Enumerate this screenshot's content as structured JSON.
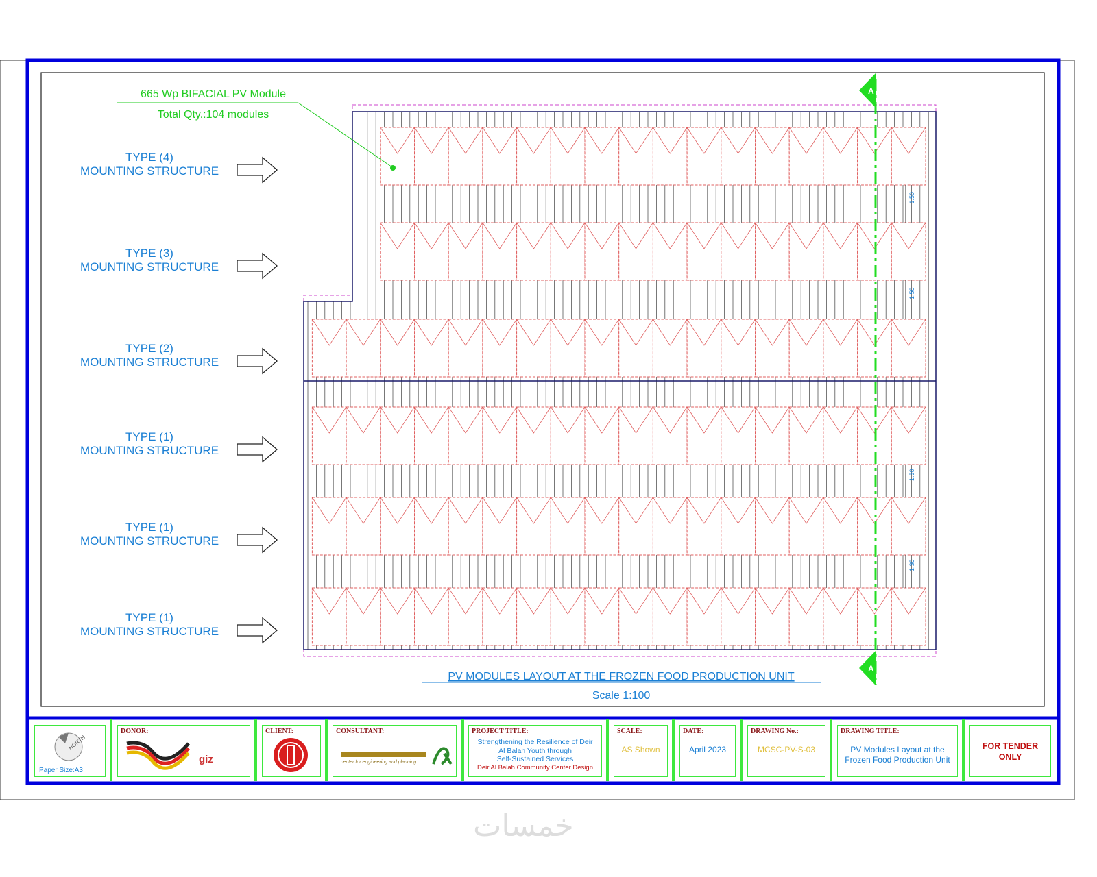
{
  "drawing": {
    "module_label": "665 Wp BIFACIAL  PV Module",
    "module_qty": "Total Qty.:104 modules",
    "types": [
      {
        "line1": "TYPE (4)",
        "line2": "MOUNTING STRUCTURE"
      },
      {
        "line1": "TYPE (3)",
        "line2": "MOUNTING STRUCTURE"
      },
      {
        "line1": "TYPE (2)",
        "line2": "MOUNTING STRUCTURE"
      },
      {
        "line1": "TYPE (1)",
        "line2": "MOUNTING STRUCTURE"
      },
      {
        "line1": "TYPE (1)",
        "line2": "MOUNTING STRUCTURE"
      },
      {
        "line1": "TYPE (1)",
        "line2": "MOUNTING STRUCTURE"
      }
    ],
    "rows_modules": [
      16,
      16,
      18,
      18,
      18,
      18
    ],
    "dimensions": [
      "1.50",
      "1.50",
      "1.30",
      "1.30"
    ],
    "section_marker": "A",
    "title": "PV MODULES LAYOUT AT THE FROZEN FOOD PRODUCTION UNIT",
    "scale": "Scale 1:100",
    "colors": {
      "frame": "#0000dd",
      "module": "#e06060",
      "text": "#1a7fd4",
      "green": "#22dd22",
      "magenta": "#cc44cc"
    }
  },
  "title_block": {
    "north_label": "NORTH",
    "paper_size": "Paper Size:A3",
    "donor_label": "DONOR:",
    "donor_logo_text": "giz",
    "client_label": "CLIENT:",
    "consultant_label": "CONSULTANT:",
    "consultant_text": "center for engineering and planning",
    "project_label": "PROJECT TITLE:",
    "project_lines": [
      "Strengthening the Resilience of Deir",
      "Al Balah Youth through",
      "Self-Sustained Services"
    ],
    "project_sub": "Deir Al Balah Community Center Design",
    "scale_label": "SCALE:",
    "scale_value": "AS Shown",
    "date_label": "DATE:",
    "date_value": "April 2023",
    "drawing_no_label": "DRAWING No.:",
    "drawing_no_value": "MCSC-PV-S-03",
    "drawing_title_label": "DRAWING TITLE:",
    "drawing_title_lines": [
      "PV Modules Layout at the",
      "Frozen Food Production Unit"
    ],
    "tender_lines": [
      "FOR TENDER",
      "ONLY"
    ]
  },
  "watermark": "خمسات"
}
